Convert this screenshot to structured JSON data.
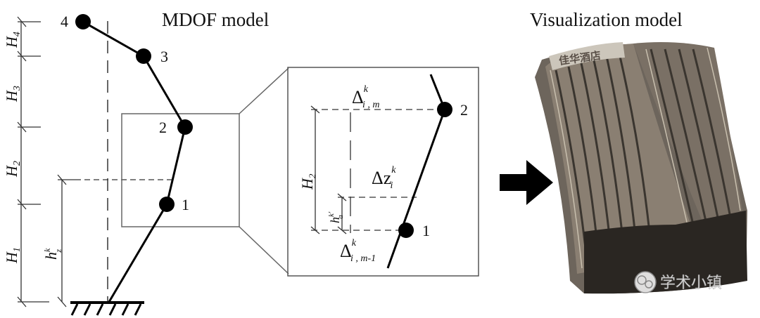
{
  "titles": {
    "left": "MDOF model",
    "right": "Visualization model"
  },
  "nodes": [
    "1",
    "2",
    "3",
    "4"
  ],
  "storey_heights": [
    "H",
    "1",
    "2",
    "3",
    "4"
  ],
  "hz": {
    "base": "h",
    "sup": "k",
    "sub": "z"
  },
  "inset": {
    "node_top": "2",
    "node_bottom": "1",
    "h2": {
      "base": "H",
      "sub": "2"
    },
    "ha": {
      "base": "h",
      "sup": "k'",
      "sub": "a"
    },
    "delta_top": {
      "base": "Δ",
      "sup": "k",
      "sub": "i , m"
    },
    "delta_z": {
      "base": "Δz",
      "sup": "k",
      "sub": "i"
    },
    "delta_bottom": {
      "base": "Δ",
      "sup": "k",
      "sub": "i , m-1"
    }
  },
  "building_sign": "佳华酒店",
  "watermark": "学术小镇"
}
